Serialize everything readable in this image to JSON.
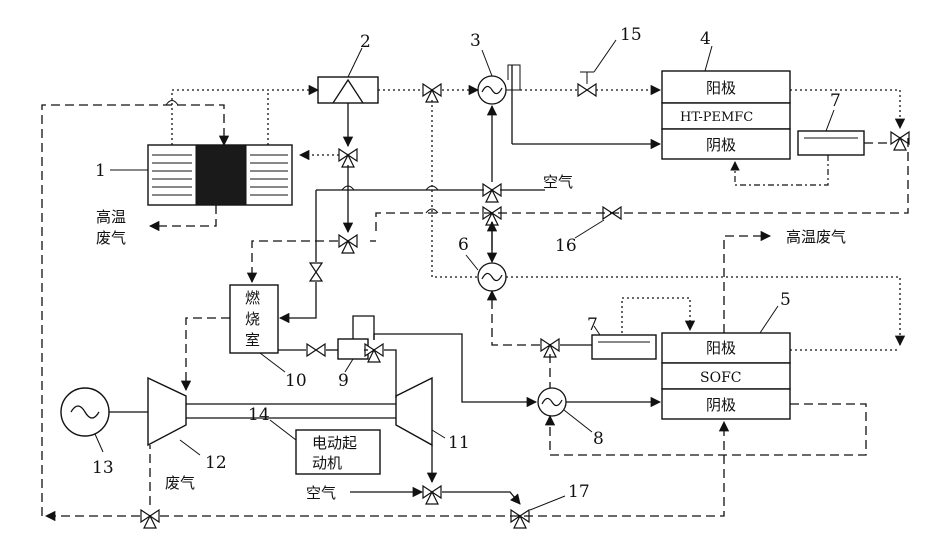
{
  "components": {
    "c1": {
      "number": "1"
    },
    "c2": {
      "number": "2"
    },
    "c3": {
      "number": "3"
    },
    "c4": {
      "number": "4",
      "anode": "阳极",
      "name": "HT-PEMFC",
      "cathode": "阴极"
    },
    "c5": {
      "number": "5",
      "anode": "阳极",
      "name": "SOFC",
      "cathode": "阴极"
    },
    "c6": {
      "number": "6"
    },
    "c7a": {
      "number": "7"
    },
    "c7b": {
      "number": "7"
    },
    "c8": {
      "number": "8"
    },
    "c9": {
      "number": "9"
    },
    "c10": {
      "number": "10",
      "line1": "燃",
      "line2": "烧",
      "line3": "室"
    },
    "c11": {
      "number": "11"
    },
    "c12": {
      "number": "12"
    },
    "c13": {
      "number": "13"
    },
    "c14": {
      "number": "14",
      "line1": "电动起",
      "line2": "动机"
    },
    "c15": {
      "number": "15"
    },
    "c16": {
      "number": "16"
    },
    "c17": {
      "number": "17"
    }
  },
  "streams": {
    "air_top": "空气",
    "air_bottom": "空气",
    "exhaust_hot_left_1": "高温",
    "exhaust_hot_left_2": "废气",
    "exhaust_hot_right": "高温废气",
    "exhaust_turbine": "废气"
  }
}
